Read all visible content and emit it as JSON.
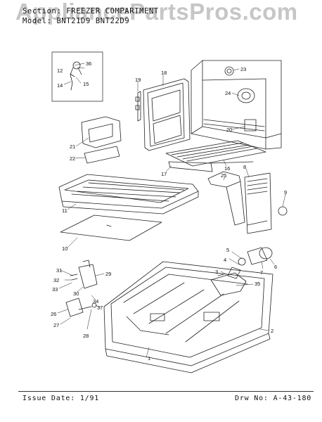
{
  "header": {
    "section_line": "Section: FREEZER COMPARTMENT",
    "model_line": "Model: BNT21D9 BNT22D9"
  },
  "watermark": "AppliancePartsPros.com",
  "footer": {
    "issue_date": "Issue Date: 1/91",
    "drawing_number": "Drw No: A-43-180"
  },
  "callouts": [
    "1",
    "2",
    "3",
    "4",
    "5",
    "6",
    "7",
    "8",
    "9",
    "10",
    "11",
    "12",
    "14",
    "15",
    "16",
    "17",
    "18",
    "19",
    "20",
    "21",
    "22",
    "23",
    "24",
    "25",
    "26",
    "27",
    "28",
    "29",
    "30",
    "31",
    "32",
    "33",
    "34",
    "35",
    "36",
    "37"
  ]
}
